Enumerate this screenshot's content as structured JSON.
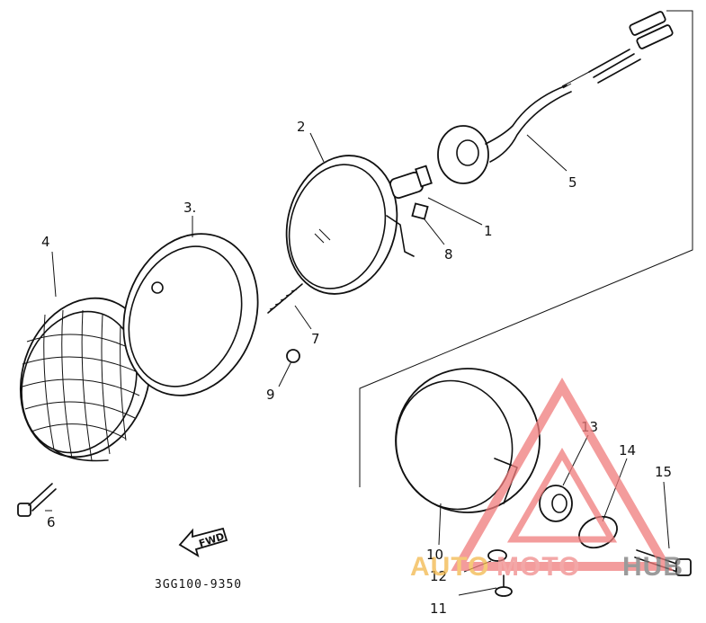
{
  "diagram": {
    "reference_code": "3GG100-9350",
    "fwd_label": "FWD",
    "callouts": [
      "1",
      "2",
      "3.",
      "4",
      "5",
      "6",
      "7",
      "8",
      "9",
      "10",
      "11",
      "12",
      "13",
      "14",
      "15"
    ]
  },
  "watermark": {
    "text_auto": "AUTO",
    "text_moto": "MOTO",
    "text_hub": "HUB",
    "colors": {
      "auto": "#f2b84b",
      "moto": "#f08a8a",
      "hub": "#7a7a7a",
      "triangle": "#f07b7b"
    }
  }
}
